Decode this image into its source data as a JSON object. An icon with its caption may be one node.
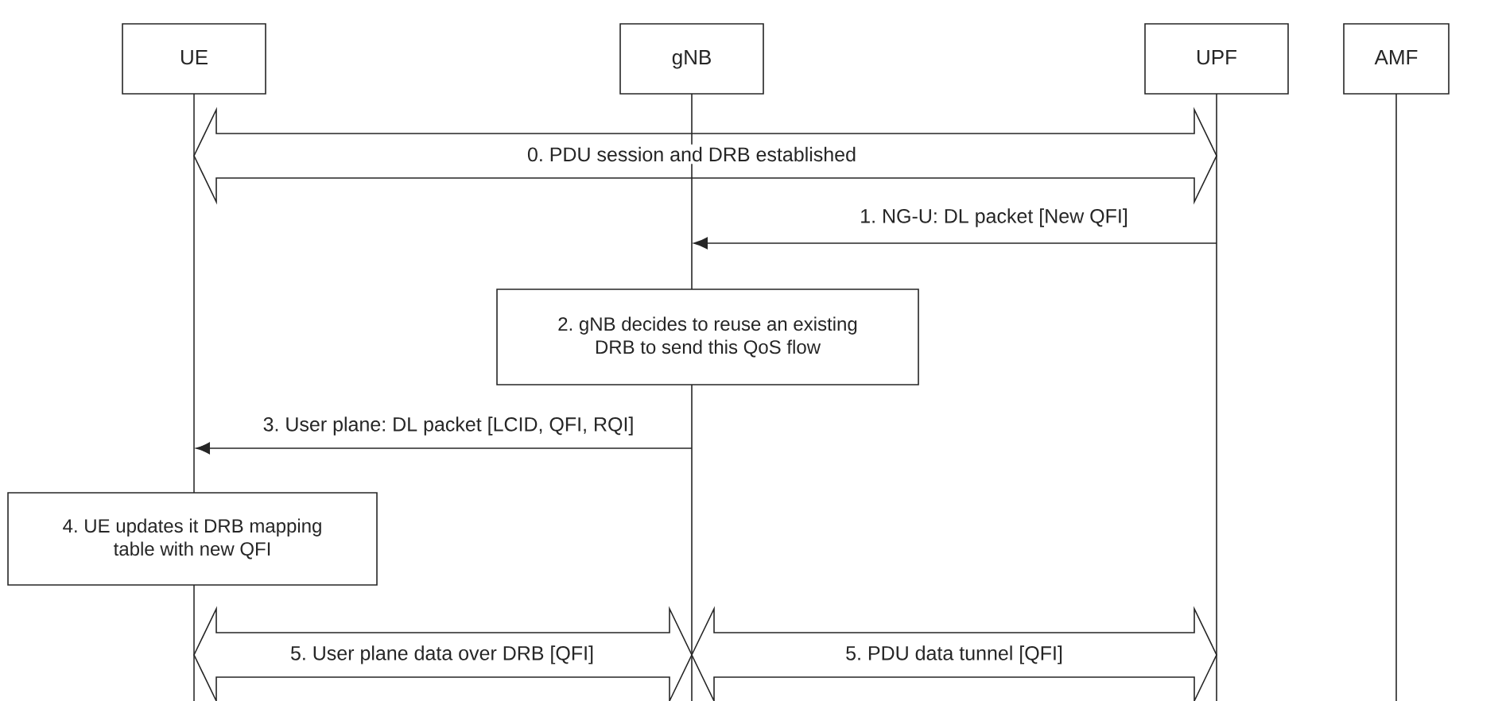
{
  "diagram": {
    "nodes": [
      {
        "text": [
          "UE"
        ]
      },
      {
        "text": [
          "gNB"
        ]
      },
      {
        "text": [
          "UPF"
        ]
      },
      {
        "text": [
          "AMF"
        ]
      },
      {
        "text": [],
        "shape": "line"
      },
      {
        "text": [],
        "shape": "line"
      },
      {
        "text": [],
        "shape": "line"
      },
      {
        "text": [],
        "shape": "line"
      },
      {
        "text": [
          "2. gNB decides to reuse an existing DRB to send this QoS flow"
        ]
      },
      {
        "text": [
          "4. UE updates it DRB mapping table with new QFI"
        ]
      }
    ],
    "edges": [
      {
        "from": 4,
        "to": 6,
        "arrow": "both",
        "label": "0. PDU session and DRB established",
        "style": "thick"
      },
      {
        "from": 6,
        "to": 5,
        "arrow": "to",
        "label": "1. NG-U: DL packet [New QFI]"
      },
      {
        "from": 5,
        "to": 4,
        "arrow": "to",
        "label": "3. User plane: DL packet [LCID, QFI, RQI]"
      },
      {
        "from": 4,
        "to": 5,
        "arrow": "both",
        "label": "5. User plane data over DRB [QFI]",
        "style": "thick"
      },
      {
        "from": 5,
        "to": 6,
        "arrow": "both",
        "label": "5. PDU data tunnel [QFI]",
        "style": "thick"
      }
    ]
  }
}
